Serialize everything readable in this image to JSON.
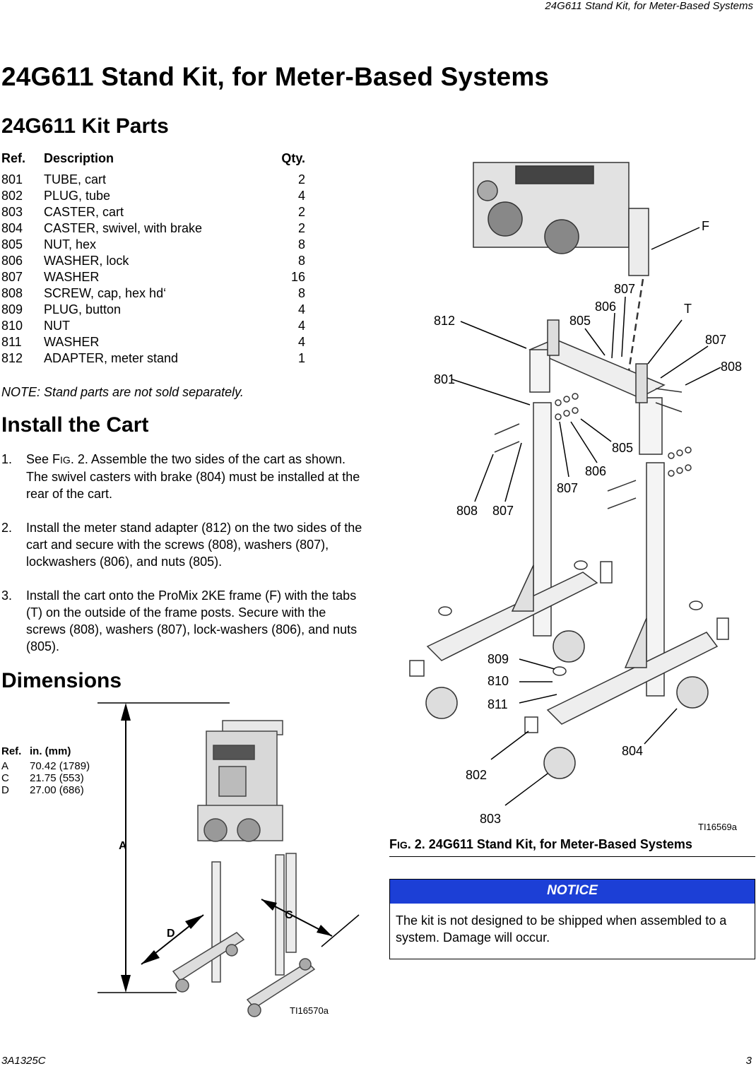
{
  "header": {
    "running_title": "24G611 Stand Kit, for Meter-Based Systems"
  },
  "title": "24G611 Stand Kit, for Meter-Based Systems",
  "kit_parts": {
    "heading": "24G611 Kit Parts",
    "columns": [
      "Ref.",
      "Description",
      "Qty."
    ],
    "rows": [
      [
        "801",
        "TUBE, cart",
        "2"
      ],
      [
        "802",
        "PLUG, tube",
        "4"
      ],
      [
        "803",
        "CASTER, cart",
        "2"
      ],
      [
        "804",
        "CASTER, swivel, with brake",
        "2"
      ],
      [
        "805",
        "NUT, hex",
        "8"
      ],
      [
        "806",
        "WASHER, lock",
        "8"
      ],
      [
        "807",
        "WASHER",
        "16"
      ],
      [
        "808",
        "SCREW, cap, hex hd‘",
        "8"
      ],
      [
        "809",
        "PLUG, button",
        "4"
      ],
      [
        "810",
        "NUT",
        "4"
      ],
      [
        "811",
        "WASHER",
        "4"
      ],
      [
        "812",
        "ADAPTER, meter stand",
        "1"
      ]
    ],
    "note": "NOTE: Stand parts are not sold separately."
  },
  "install": {
    "heading": "Install the Cart",
    "steps": [
      {
        "num": "1.",
        "pre": "See ",
        "fig_f": "F",
        "fig_ig": "IG",
        "post": ". 2. Assemble the two sides of the cart as shown. The swivel casters with brake (804) must be installed at the rear of the cart."
      },
      {
        "num": "2.",
        "text": "Install the meter stand adapter (812) on the two sides of the cart and secure with the screws (808), washers (807), lockwashers (806), and nuts (805)."
      },
      {
        "num": "3.",
        "text": "Install the cart onto the ProMix 2KE frame (F) with the tabs (T) on the outside of the frame posts. Secure with the screws (808), washers (807), lock-washers (806), and nuts (805)."
      }
    ]
  },
  "dimensions": {
    "heading": "Dimensions",
    "columns": [
      "Ref.",
      "in. (mm)"
    ],
    "rows": [
      [
        "A",
        "70.42 (1789)"
      ],
      [
        "C",
        "21.75 (553)"
      ],
      [
        "D",
        "27.00 (686)"
      ]
    ],
    "labels": {
      "a": "A",
      "c": "C",
      "d": "D"
    },
    "image_id": "TI16570a"
  },
  "figure": {
    "callouts": {
      "F": "F",
      "T": "T",
      "812": "812",
      "801": "801",
      "807a": "807",
      "806a": "806",
      "805a": "805",
      "807b": "807",
      "808a": "808",
      "805b": "805",
      "806b": "806",
      "807c": "807",
      "808b": "808",
      "807d": "807",
      "809": "809",
      "810": "810",
      "811": "811",
      "802": "802",
      "803": "803",
      "804": "804"
    },
    "image_id": "TI16569a",
    "caption_fig_f": "F",
    "caption_fig_ig": "IG",
    "caption_rest": ". 2. 24G611 Stand Kit, for Meter-Based Systems"
  },
  "notice": {
    "label": "NOTICE",
    "text": "The kit is not designed to be shipped when assembled to a system. Damage will occur.",
    "bar_color": "#1c3fd6"
  },
  "footer": {
    "doc_number": "3A1325C",
    "page": "3"
  }
}
